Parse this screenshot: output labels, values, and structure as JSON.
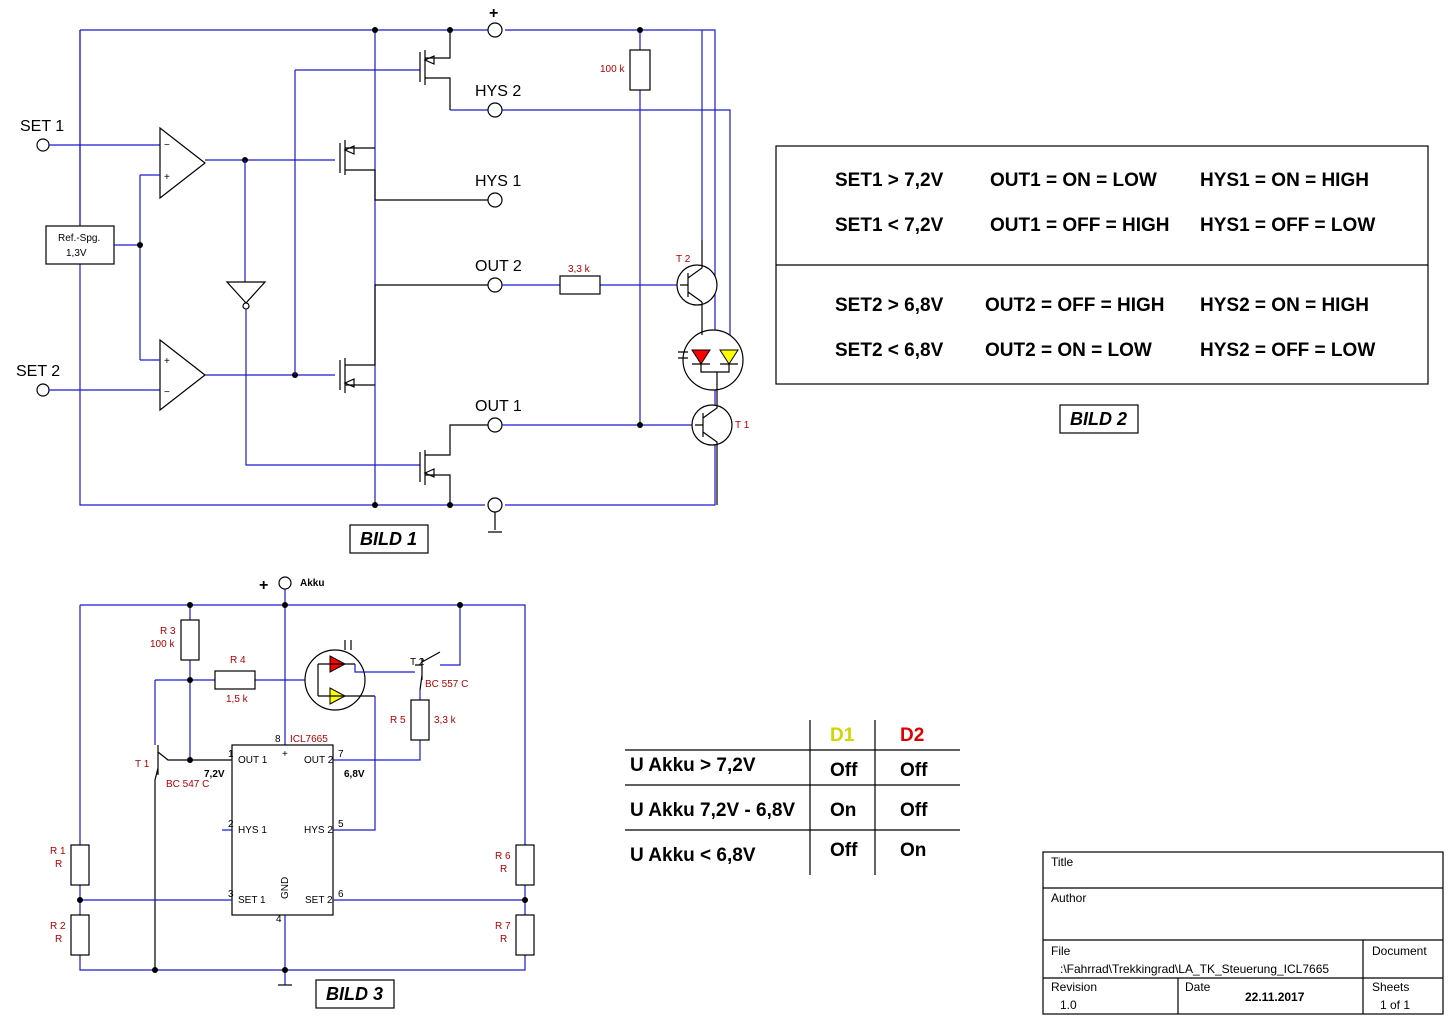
{
  "bild1": {
    "title": "BILD 1",
    "labels": {
      "set1": "SET 1",
      "set2": "SET 2",
      "plus": "+",
      "ground": "⊥",
      "hys2": "HYS 2",
      "hys1": "HYS 1",
      "out2": "OUT 2",
      "out1": "OUT 1",
      "ref_line1": "Ref.-Spg.",
      "ref_line2": "1,3V",
      "r_100k": "100 k",
      "r_3k3": "3,3 k",
      "t1": "T 1",
      "t2": "T 2",
      "op_minus": "−",
      "op_plus": "+"
    }
  },
  "bild2": {
    "title": "BILD 2",
    "rows": [
      [
        "SET1 > 7,2V",
        "OUT1 = ON = LOW",
        "HYS1 = ON = HIGH"
      ],
      [
        "SET1 < 7,2V",
        "OUT1 = OFF = HIGH",
        "HYS1 = OFF = LOW"
      ],
      [
        "SET2 > 6,8V",
        "OUT2 = OFF = HIGH",
        "HYS2 = ON = HIGH"
      ],
      [
        "SET2 < 6,8V",
        "OUT2 = ON = LOW",
        "HYS2 = OFF = LOW"
      ]
    ]
  },
  "bild3": {
    "title": "BILD 3",
    "labels": {
      "plus": "+",
      "akku": "Akku",
      "r3": "R 3",
      "r3v": "100 k",
      "r4": "R 4",
      "r4v": "1,5 k",
      "r5": "R 5",
      "r5v": "3,3 k",
      "t1": "T 1",
      "t1type": "BC 547 C",
      "t2": "T 2",
      "t2type": "BC 557 C",
      "ic": "ICL7665",
      "pin1": "1",
      "pin2": "2",
      "pin3": "3",
      "pin4": "4",
      "pin5": "5",
      "pin6": "6",
      "pin7": "7",
      "pin8": "8",
      "out1": "OUT 1",
      "out2": "OUT 2",
      "hys1": "HYS 1",
      "hys2": "HYS 2",
      "set1": "SET 1",
      "set2": "SET 2",
      "gnd": "GND",
      "v72": "7,2V",
      "v68": "6,8V",
      "r1": "R 1",
      "r1v": "R",
      "r2": "R 2",
      "r2v": "R",
      "r6": "R 6",
      "r6v": "R",
      "r7": "R 7",
      "r7v": "R",
      "plus_small": "+"
    }
  },
  "led_table": {
    "headers": [
      "D1",
      "D2"
    ],
    "header_colors": [
      "#d4d400",
      "#e00000"
    ],
    "rows": [
      {
        "label": "U Akku > 7,2V",
        "d1": "Off",
        "d2": "Off"
      },
      {
        "label": "U Akku 7,2V - 6,8V",
        "d1": "On",
        "d2": "Off"
      },
      {
        "label": "U Akku < 6,8V",
        "d1": "Off",
        "d2": "On"
      }
    ]
  },
  "title_block": {
    "title_label": "Title",
    "author_label": "Author",
    "file_label": "File",
    "file_value": ":\\Fahrrad\\Trekkingrad\\LA_TK_Steuerung_ICL7665",
    "document_label": "Document",
    "revision_label": "Revision",
    "revision_value": "1.0",
    "date_label": "Date",
    "date_value": "22.11.2017",
    "sheets_label": "Sheets",
    "sheets_value": "1 of 1"
  }
}
